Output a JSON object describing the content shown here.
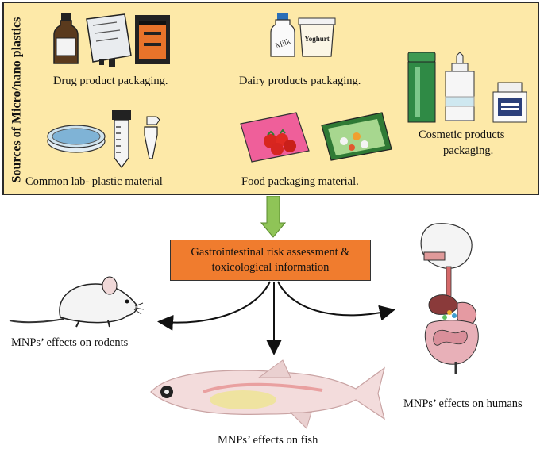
{
  "panel": {
    "title": "Sources of Micro/nano plastics",
    "sources": {
      "drug": "Drug product packaging.",
      "dairy": "Dairy products packaging.",
      "cosmetic_line1": "Cosmetic products",
      "cosmetic_line2": "packaging.",
      "lab": "Common lab- plastic material",
      "food": "Food packaging material."
    },
    "icon_text": {
      "milk": "Milk",
      "yoghurt": "Yoghurt"
    }
  },
  "risk": {
    "line1": "Gastrointestinal risk assessment &",
    "line2": "toxicological information"
  },
  "effects": {
    "rodents": "MNPs’ effects on rodents",
    "fish": "MNPs’ effects on fish",
    "humans": "MNPs’ effects on humans"
  },
  "colors": {
    "panel_bg": "#fde9a8",
    "risk_box": "#f07c2e",
    "down_arrow": "#8fc457"
  },
  "icons": [
    "medicine-bottle-icon",
    "iv-bag-icon",
    "blister-pack-icon",
    "milk-bottle-icon",
    "yoghurt-cup-icon",
    "cosmetic-bottles-icon",
    "petri-dish-icon",
    "centrifuge-tube-icon",
    "eppendorf-tube-icon",
    "strawberry-pack-icon",
    "salad-pack-icon",
    "rat-icon",
    "zebrafish-icon",
    "human-digestive-system-icon"
  ]
}
